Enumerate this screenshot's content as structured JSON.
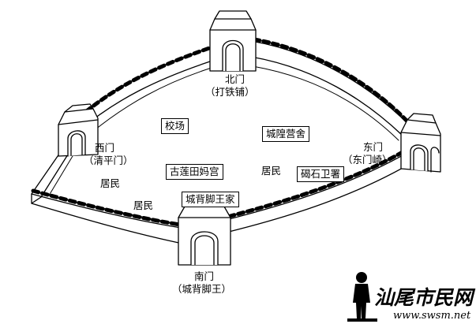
{
  "gates": {
    "north": {
      "name": "北门",
      "note": "（打铁铺）"
    },
    "west": {
      "name": "西门",
      "note": "（清平门）"
    },
    "east": {
      "name": "东门",
      "note": "（东门崎）"
    },
    "south": {
      "name": "南门",
      "note": "（城背脚王）"
    }
  },
  "places": {
    "jiaochang": "校场",
    "chenghuang_yingshe": "城隍营舍",
    "gulian_tian_mazu_gong": "古莲田妈宫",
    "jieshi_weishu": "碣石卫署",
    "chengbeijiao_wangjia": "城背脚王家"
  },
  "residents": [
    "居民",
    "居民",
    "居民"
  ],
  "watermark": {
    "logo": "汕尾市民网",
    "url": "www.swsm.net"
  },
  "colors": {
    "line": "#000000",
    "fill": "#ffffff"
  }
}
